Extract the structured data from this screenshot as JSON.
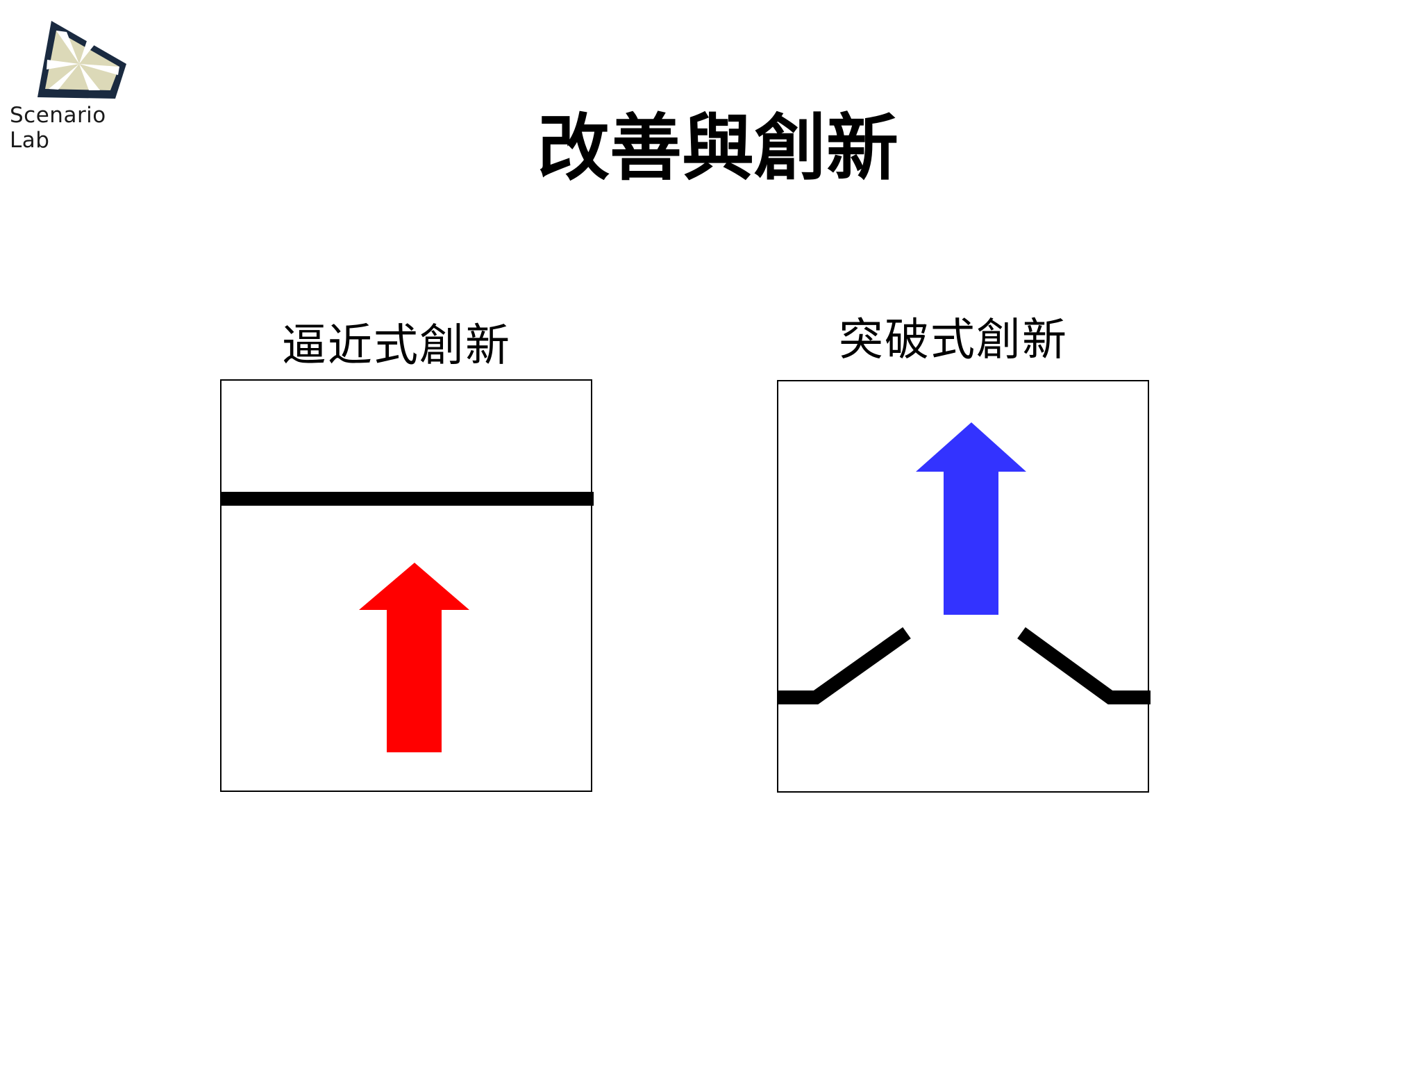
{
  "logo": {
    "text": "Scenario Lab"
  },
  "title": "改善與創新",
  "diagrams": {
    "incremental": {
      "label": "逼近式創新",
      "arrow_color": "#ff0000"
    },
    "breakthrough": {
      "label": "突破式創新",
      "arrow_color": "#3333ff"
    }
  }
}
